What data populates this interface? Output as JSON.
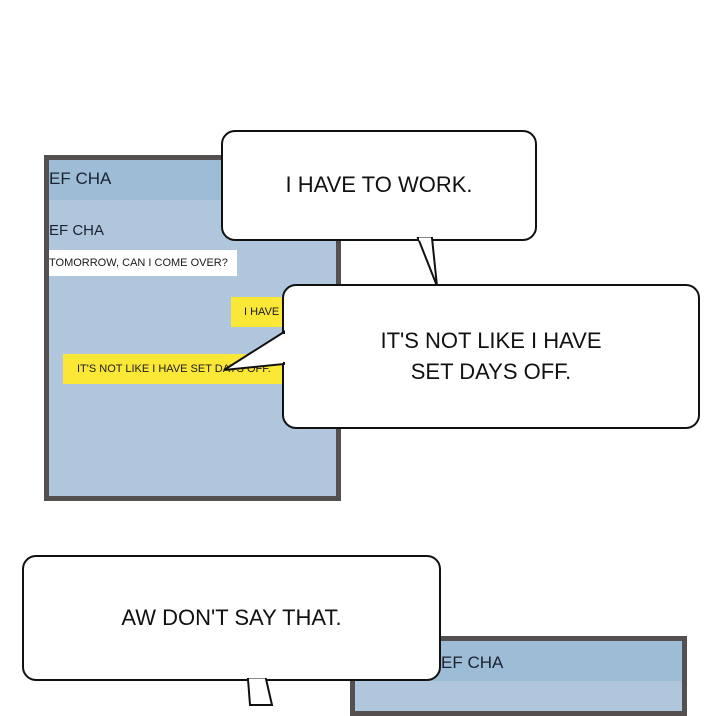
{
  "phone_top": {
    "contact_header": "EF CHA",
    "contact_name": "EF CHA",
    "messages": [
      {
        "sender": "contact",
        "text": "TOMORROW, CAN I COME OVER?"
      },
      {
        "sender": "me",
        "text": "I HAVE"
      },
      {
        "sender": "me",
        "text": "IT'S NOT LIKE I HAVE SET DAYS OFF."
      }
    ]
  },
  "phone_bottom": {
    "contact_header": "EF CHA"
  },
  "bubbles": [
    {
      "text": "I HAVE TO WORK."
    },
    {
      "line1": "IT'S NOT LIKE I HAVE",
      "line2": "SET DAYS OFF."
    },
    {
      "text": "AW DON'T SAY THAT."
    }
  ]
}
